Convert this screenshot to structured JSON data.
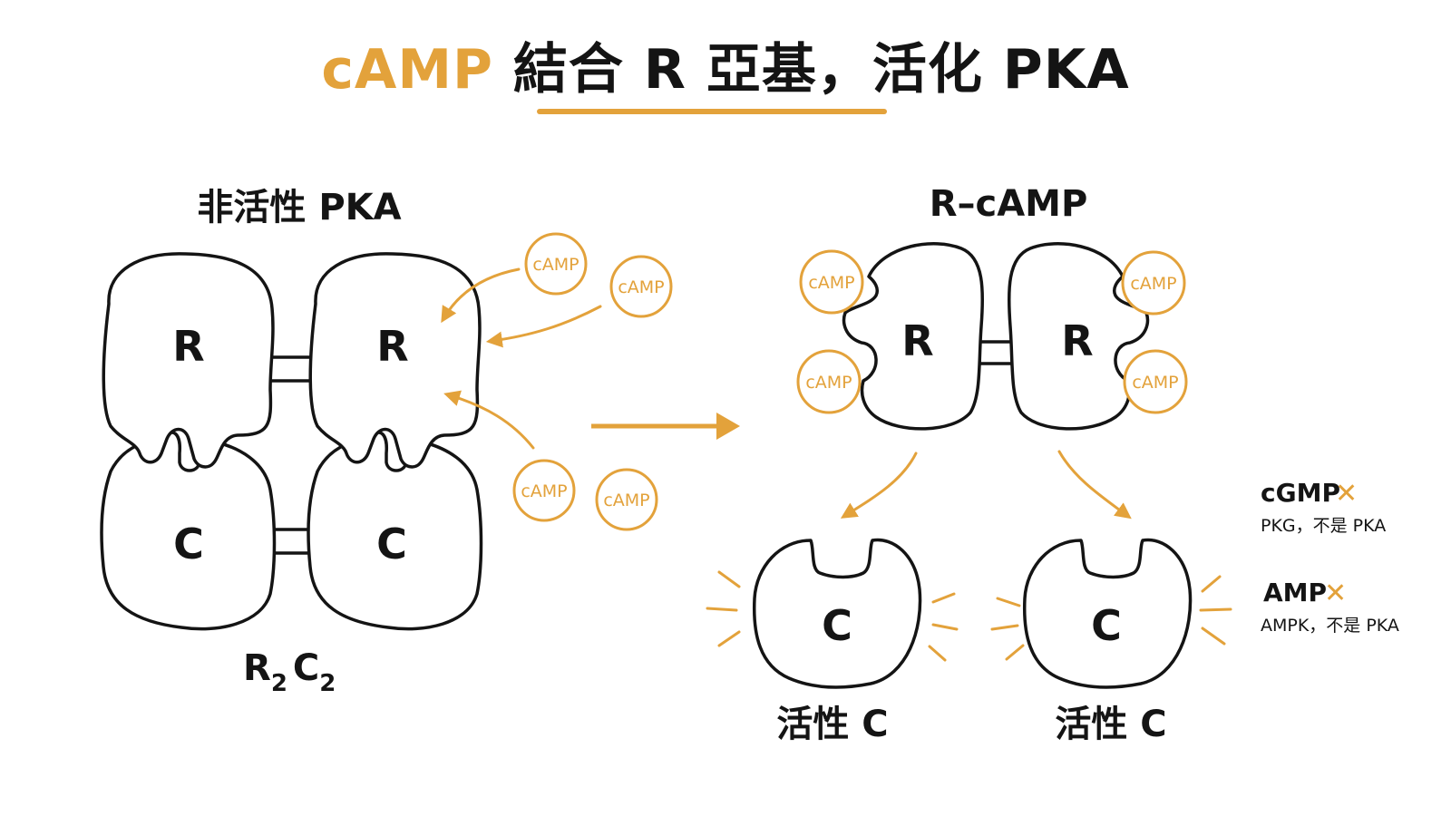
{
  "title": {
    "accent": "cAMP",
    "rest": " 結合 R 亞基，活化 PKA"
  },
  "left": {
    "heading": "非活性 PKA",
    "r_label": "R",
    "c_label": "C",
    "formula_r": "R",
    "formula_r_sub": "2",
    "formula_c": "C",
    "formula_c_sub": "2"
  },
  "right": {
    "heading": "R–cAMP",
    "r_label": "R",
    "c_label": "C",
    "active_label": "活性 C"
  },
  "camp_label": "cAMP",
  "notes": [
    {
      "name": "cGMP",
      "mark": "✕",
      "desc": "PKG，不是 PKA"
    },
    {
      "name": "AMP",
      "mark": "✕",
      "desc": "AMPK，不是 PKA"
    }
  ],
  "colors": {
    "accent": "#E3A23B",
    "ink": "#141414",
    "background": "#ffffff"
  }
}
